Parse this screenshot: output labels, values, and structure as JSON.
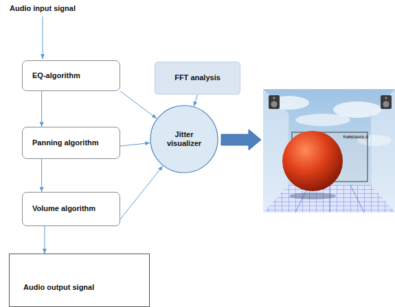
{
  "diagram": {
    "nodes": [
      {
        "text": [
          "EQ-algorithm"
        ]
      },
      {
        "text": [
          "Panning algorithm"
        ]
      },
      {
        "text": [
          "Volume algorithm"
        ]
      },
      {
        "text": [
          "Audio output signal"
        ]
      },
      {
        "text": [
          "FFT analysis"
        ]
      },
      {
        "text": [
          "Jitter visualizer"
        ]
      }
    ],
    "edges": [
      {
        "from": 0,
        "to": 1,
        "arrow": "to"
      },
      {
        "from": 1,
        "to": 2,
        "arrow": "to"
      },
      {
        "from": 2,
        "to": 3,
        "arrow": "to"
      },
      {
        "from": 4,
        "to": 5,
        "arrow": "to"
      },
      {
        "from": 0,
        "to": 5,
        "arrow": "to"
      },
      {
        "from": 1,
        "to": 5,
        "arrow": "to"
      },
      {
        "from": 2,
        "to": 5,
        "arrow": "to"
      }
    ],
    "labels": [
      "Audio input signal",
      "THRESHOLD"
    ]
  }
}
